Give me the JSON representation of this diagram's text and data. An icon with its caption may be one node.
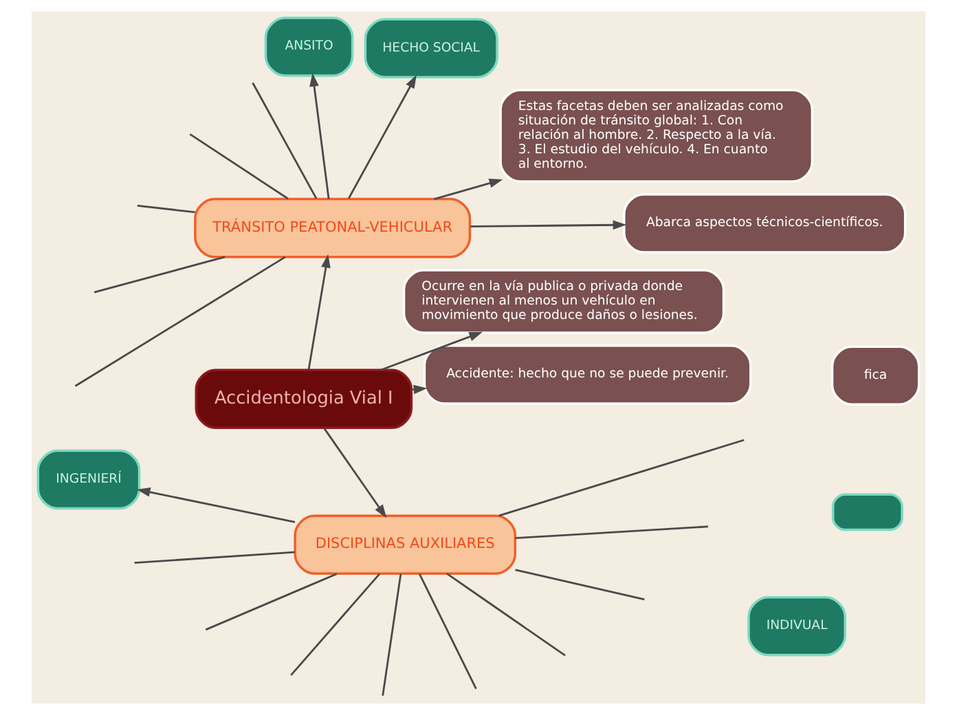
{
  "diagram": {
    "nodes": [
      {
        "text": [
          "Accidentologia Vial I"
        ]
      },
      {
        "text": [
          "Accidente: hecho que no se puede prevenir."
        ]
      },
      {
        "text": [
          "Ocurre en la vía publica o privada donde intervienen al menos un vehículo en movimiento que produce daños o lesiones."
        ]
      },
      {
        "text": [
          "TRÁNSITO PEATONAL-VEHICULAR"
        ]
      },
      {
        "text": [
          "DISCIPLINAS AUXILIARES"
        ]
      },
      {
        "text": [
          "Abarca aspectos técnicos-científicos."
        ]
      },
      {
        "text": [
          "Estas facetas deben ser analizadas como situación de tránsito global: 1. Con relación al hombre. 2. Respecto a la vía. 3. El estudio del vehículo. 4. En cuanto al entorno."
        ]
      },
      {
        "text": [
          "HECHO SOCIAL"
        ]
      },
      {
        "text": [
          "INDIVUAL"
        ]
      },
      {
        "text": [],
        "shape": "box"
      },
      {
        "text": [
          "ANSITO"
        ]
      },
      {
        "text": [
          "fica"
        ]
      },
      {
        "text": [
          "INGENIERÍ"
        ]
      }
    ],
    "edges": [
      {
        "from": 0,
        "to": 1,
        "arrow": "to"
      },
      {
        "from": 0,
        "to": 2,
        "arrow": "to"
      },
      {
        "from": 0,
        "to": 3,
        "arrow": "to"
      },
      {
        "from": 0,
        "to": 4,
        "arrow": "to"
      },
      {
        "from": 3,
        "to": 5,
        "arrow": "to"
      },
      {
        "from": 3,
        "to": 6,
        "arrow": "to"
      },
      {
        "from": 3,
        "to": 7,
        "arrow": "to"
      },
      {
        "from": 3,
        "to": 10,
        "arrow": "to"
      },
      {
        "from": 3,
        "to": null,
        "arrow": "none"
      },
      {
        "from": 3,
        "to": null,
        "arrow": "none"
      },
      {
        "from": 3,
        "to": null,
        "arrow": "none"
      },
      {
        "from": 3,
        "to": null,
        "arrow": "none"
      },
      {
        "from": 3,
        "to": null,
        "arrow": "none"
      },
      {
        "from": 4,
        "to": 12,
        "arrow": "to"
      },
      {
        "from": 4,
        "to": null,
        "arrow": "none"
      },
      {
        "from": 4,
        "to": null,
        "arrow": "none"
      },
      {
        "from": 4,
        "to": null,
        "arrow": "none"
      },
      {
        "from": 4,
        "to": null,
        "arrow": "none"
      },
      {
        "from": 4,
        "to": null,
        "arrow": "none"
      },
      {
        "from": 4,
        "to": null,
        "arrow": "none"
      },
      {
        "from": 4,
        "to": null,
        "arrow": "none"
      },
      {
        "from": 4,
        "to": null,
        "arrow": "none"
      },
      {
        "from": 4,
        "to": null,
        "arrow": "none"
      }
    ]
  }
}
